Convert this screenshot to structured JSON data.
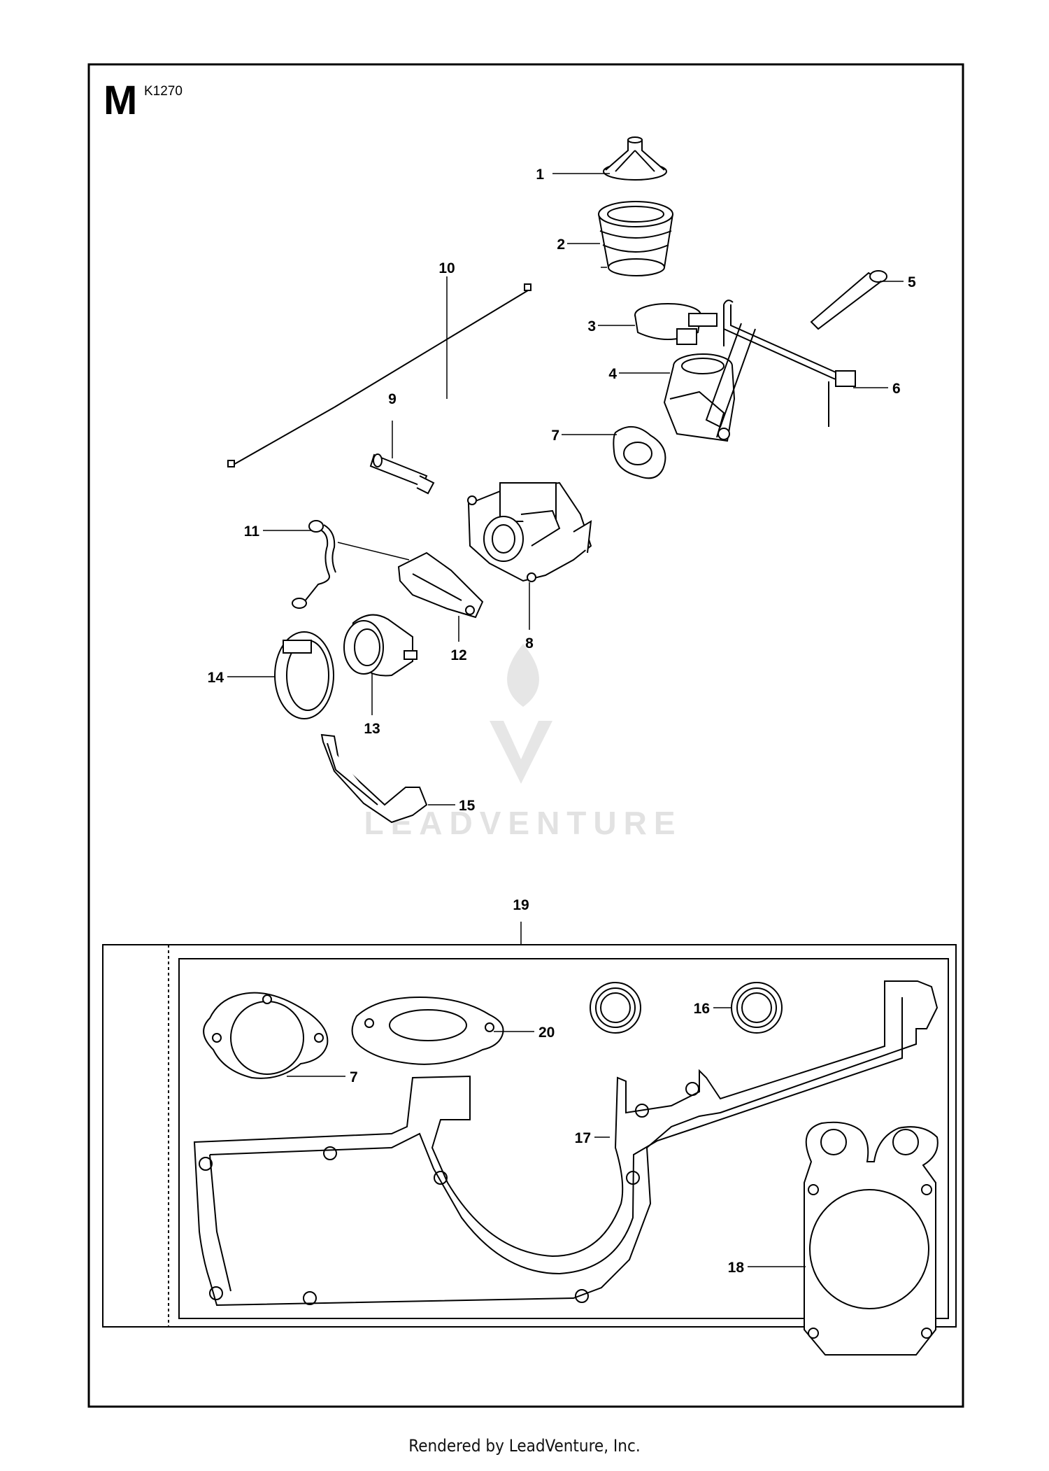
{
  "diagram": {
    "section_letter": "M",
    "code": "K1270",
    "callouts": [
      "1",
      "2",
      "3",
      "4",
      "5",
      "6",
      "7",
      "8",
      "9",
      "10",
      "11",
      "12",
      "13",
      "14",
      "15",
      "16",
      "17",
      "18",
      "19",
      "20"
    ],
    "kit_callouts": [
      "7",
      "20",
      "16",
      "17",
      "18"
    ],
    "watermark": "LEADVENTURE"
  },
  "footer": {
    "text": "Rendered by LeadVenture, Inc."
  },
  "colors": {
    "line": "#000000",
    "watermark": "#e6e6e6",
    "fill": "#ffffff"
  }
}
